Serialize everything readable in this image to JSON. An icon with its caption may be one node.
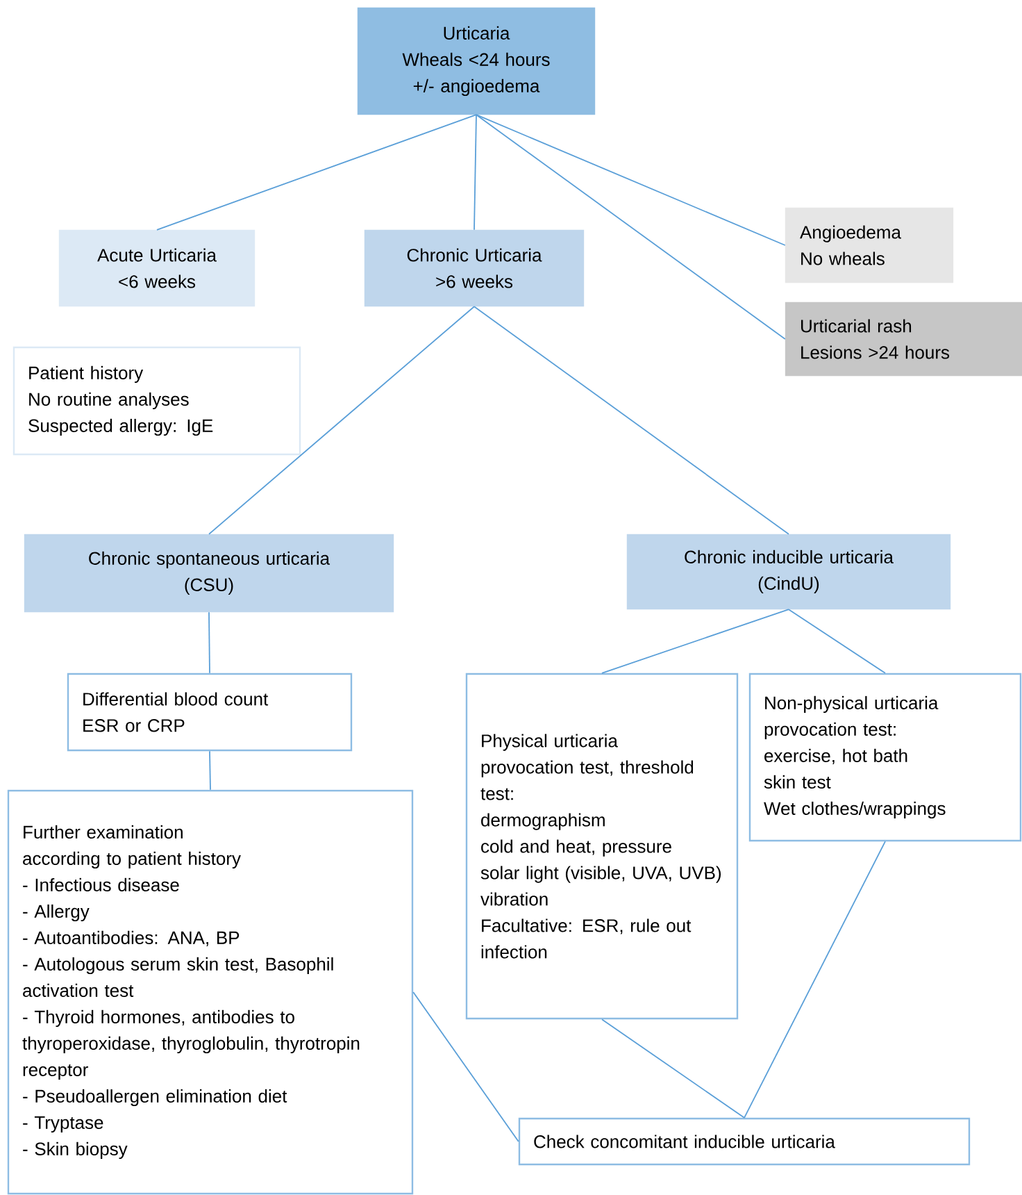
{
  "diagram": {
    "nodes": [
      {
        "text": [
          "Urticaria",
          "Wheals <24 hours",
          "+/- angioedema"
        ]
      },
      {
        "text": [
          "Acute Urticaria",
          "<6 weeks"
        ]
      },
      {
        "text": [
          "Chronic Urticaria",
          ">6 weeks"
        ]
      },
      {
        "text": [
          "Angioedema",
          "No wheals"
        ]
      },
      {
        "text": [
          "Urticarial rash",
          "Lesions >24 hours"
        ]
      },
      {
        "text": [
          "Patient history",
          "No routine analyses",
          "Suspected allergy: IgE"
        ]
      },
      {
        "text": [
          "Chronic spontaneous urticaria",
          "(CSU)"
        ]
      },
      {
        "text": [
          "Chronic inducible urticaria",
          "(CindU)"
        ]
      },
      {
        "text": [
          "Differential blood count",
          "ESR or CRP"
        ]
      },
      {
        "text": [
          "Further examination",
          "according to patient history",
          "- Infectious disease",
          "- Allergy",
          "- Autoantibodies: ANA, BP",
          "- Autologous serum skin test, Basophil activation test",
          "- Thyroid hormones, antibodies to thyroperoxidase, thyroglobulin, thyrotropin receptor",
          "- Pseudoallergen elimination diet",
          "- Tryptase",
          "- Skin biopsy"
        ]
      },
      {
        "text": [
          "Physical urticaria",
          "provocation test, threshold test:",
          "dermographism",
          "cold and heat, pressure",
          "solar light (visible, UVA, UVB)",
          "vibration",
          "Facultative: ESR, rule out infection"
        ]
      },
      {
        "text": [
          "Non-physical urticaria",
          "provocation test:",
          "exercise, hot bath",
          "skin test",
          "Wet clothes/wrappings"
        ]
      },
      {
        "text": [
          "Check concomitant inducible urticaria"
        ]
      }
    ],
    "edges": [
      {
        "from": 0,
        "to": 1,
        "arrow": "none"
      },
      {
        "from": 0,
        "to": 2,
        "arrow": "none"
      },
      {
        "from": 0,
        "to": 3,
        "arrow": "none"
      },
      {
        "from": 0,
        "to": 4,
        "arrow": "none"
      },
      {
        "from": 2,
        "to": 6,
        "arrow": "none"
      },
      {
        "from": 2,
        "to": 7,
        "arrow": "none"
      },
      {
        "from": 6,
        "to": 8,
        "arrow": "none"
      },
      {
        "from": 8,
        "to": 9,
        "arrow": "none"
      },
      {
        "from": 7,
        "to": 10,
        "arrow": "none"
      },
      {
        "from": 7,
        "to": 11,
        "arrow": "none"
      },
      {
        "from": 10,
        "to": 12,
        "arrow": "none"
      },
      {
        "from": 11,
        "to": 12,
        "arrow": "none"
      },
      {
        "from": 9,
        "to": 12,
        "arrow": "none"
      }
    ]
  }
}
